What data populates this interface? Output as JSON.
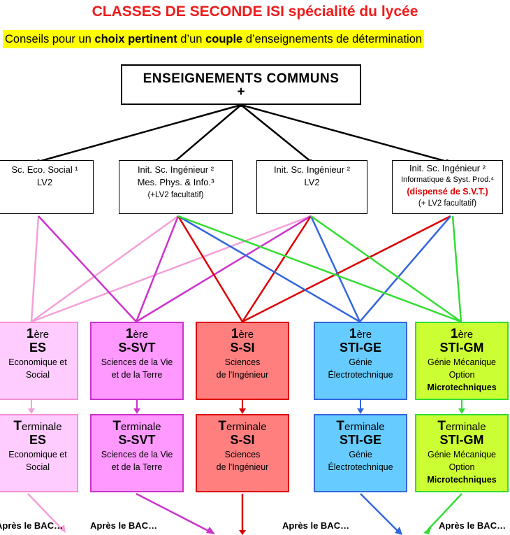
{
  "title": "CLASSES DE SECONDE ISI spécialité du lycée",
  "subtitle": {
    "p1": "Conseils pour un ",
    "b1": "choix pertinent",
    "p2": " d’un ",
    "b2": "couple",
    "p3": " d’enseignements de détermination"
  },
  "top_box": {
    "line1": "ENSEIGNEMENTS COMMUNS",
    "line2": "+"
  },
  "options": [
    {
      "line1": "Sc. Eco. Social ¹",
      "line2": "LV2",
      "line3": "",
      "line4": ""
    },
    {
      "line1": "Init. Sc. Ingénieur ²",
      "line2": "Mes. Phys. & Info.³",
      "line3": "(+LV2 facultatif)",
      "line4": ""
    },
    {
      "line1": "Init. Sc. Ingénieur ²",
      "line2": "LV2",
      "line3": "",
      "line4": ""
    },
    {
      "line1": "Init. Sc. Ingénieur ²",
      "line2": "Informatique & Syst. Prod.⁴",
      "line3": "(dispensé de S.V.T.)",
      "line4": "(+ LV2 facultatif)"
    }
  ],
  "first_row": [
    {
      "level": "1",
      "level_suffix": "ère",
      "code": "ES",
      "desc1": "Economique et",
      "desc2": "Social",
      "desc3": ""
    },
    {
      "level": "1",
      "level_suffix": "ère",
      "code": "S-SVT",
      "desc1": "Sciences de la Vie",
      "desc2": "et de la Terre",
      "desc3": ""
    },
    {
      "level": "1",
      "level_suffix": "ère",
      "code": "S-SI",
      "desc1": "Sciences",
      "desc2": "de l'Ingénieur",
      "desc3": ""
    },
    {
      "level": "1",
      "level_suffix": "ère",
      "code": "STI-GE",
      "desc1": "Génie",
      "desc2": "Électrotechnique",
      "desc3": ""
    },
    {
      "level": "1",
      "level_suffix": "ère",
      "code": "STI-GM",
      "desc1": "Génie Mécanique",
      "desc2": "Option",
      "desc3": "Microtechniques"
    }
  ],
  "terminal_row": [
    {
      "level": "T",
      "level_suffix": "erminale",
      "code": "ES",
      "desc1": "Economique et",
      "desc2": "Social",
      "desc3": ""
    },
    {
      "level": "T",
      "level_suffix": "erminale",
      "code": "S-SVT",
      "desc1": "Sciences de la Vie",
      "desc2": "et de la Terre",
      "desc3": ""
    },
    {
      "level": "T",
      "level_suffix": "erminale",
      "code": "S-SI",
      "desc1": "Sciences",
      "desc2": "de l'Ingénieur",
      "desc3": ""
    },
    {
      "level": "T",
      "level_suffix": "erminale",
      "code": "STI-GE",
      "desc1": "Génie",
      "desc2": "Électrotechnique",
      "desc3": ""
    },
    {
      "level": "T",
      "level_suffix": "erminale",
      "code": "STI-GM",
      "desc1": "Génie Mécanique",
      "desc2": "Option",
      "desc3": "Microtechniques"
    }
  ],
  "after_labels": [
    "Après le BAC…",
    "Après le BAC…",
    "Après le BAC…",
    "Après le BAC…"
  ],
  "colors": {
    "title_red": "#ee1c1c",
    "highlight_yellow": "#ffff00",
    "es_fill": "#ffccff",
    "es_line": "#f48fd0",
    "ssvt_fill": "#ff99ff",
    "ssvt_line": "#cc33cc",
    "ssi_fill": "#ff7f7f",
    "ssi_line": "#dd0000",
    "stige_fill": "#66ccff",
    "stige_line": "#3366dd",
    "stigm_fill": "#ccff33",
    "stigm_line": "#33dd33"
  }
}
